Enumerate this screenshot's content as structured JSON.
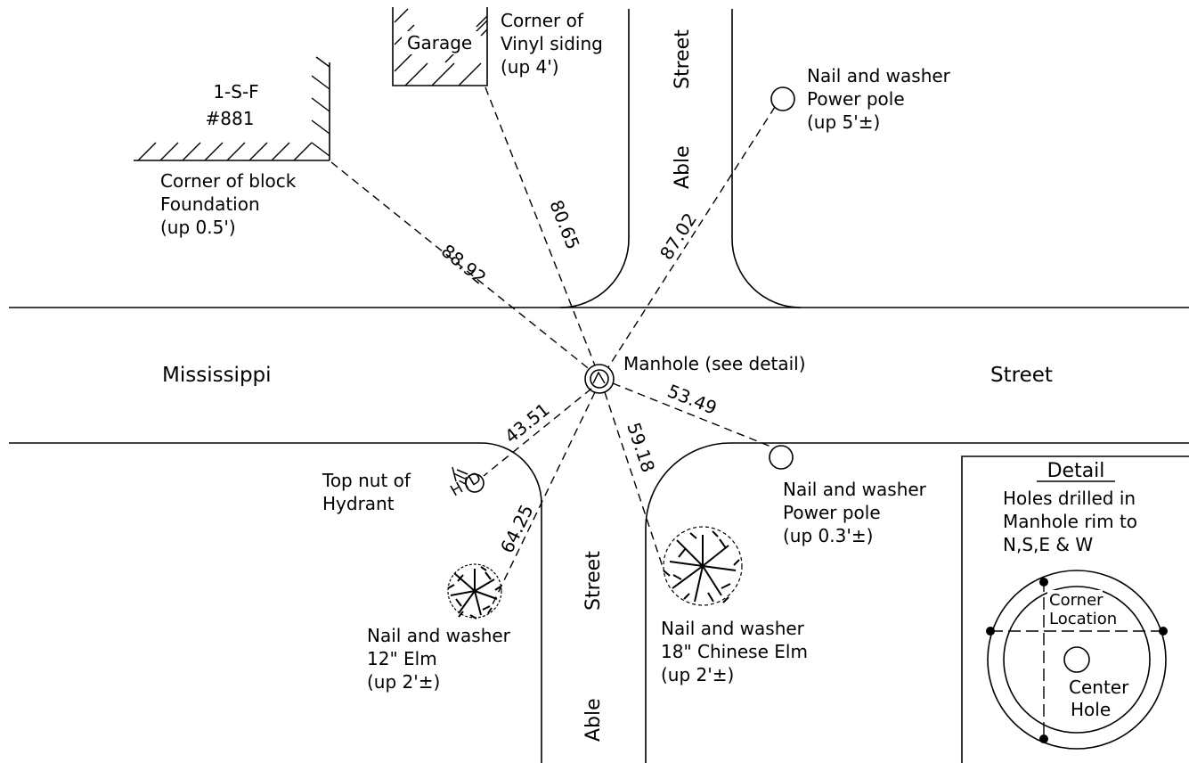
{
  "streets": {
    "mississippi": "Mississippi",
    "street_east": "Street",
    "able_north": "Able",
    "street_north": "Street",
    "able_south": "Able",
    "street_south": "Street"
  },
  "house": {
    "line1": "1-S-F",
    "line2": "#881"
  },
  "garage": "Garage",
  "manhole": "Manhole (see detail)",
  "references": [
    {
      "id": "block",
      "distance": "88.92",
      "lines": [
        "Corner of block",
        "Foundation",
        "(up 0.5')"
      ]
    },
    {
      "id": "siding",
      "distance": "80.65",
      "lines": [
        "Corner of",
        "Vinyl siding",
        "(up 4')"
      ]
    },
    {
      "id": "pole_ne",
      "distance": "87.02",
      "lines": [
        "Nail and washer",
        "Power pole",
        "(up 5'±)"
      ]
    },
    {
      "id": "pole_se",
      "distance": "53.49",
      "lines": [
        "Nail and washer",
        "Power pole",
        "(up 0.3'±)"
      ]
    },
    {
      "id": "hydrant",
      "distance": "43.51",
      "lines": [
        "Top nut of",
        "Hydrant"
      ]
    },
    {
      "id": "elm",
      "distance": "64.25",
      "lines": [
        "Nail and washer",
        "12\" Elm",
        "(up 2'±)"
      ]
    },
    {
      "id": "chinese_elm",
      "distance": "59.18",
      "lines": [
        "Nail and washer",
        "18\" Chinese Elm",
        "(up 2'±)"
      ]
    }
  ],
  "hydrant_symbol": "HYD",
  "detail": {
    "title": "Detail",
    "desc": [
      "Holes drilled in",
      "Manhole rim to",
      "N,S,E & W"
    ],
    "corner_label_1": "Corner",
    "corner_label_2": "Location",
    "center_label_1": "Center",
    "center_label_2": "Hole"
  }
}
